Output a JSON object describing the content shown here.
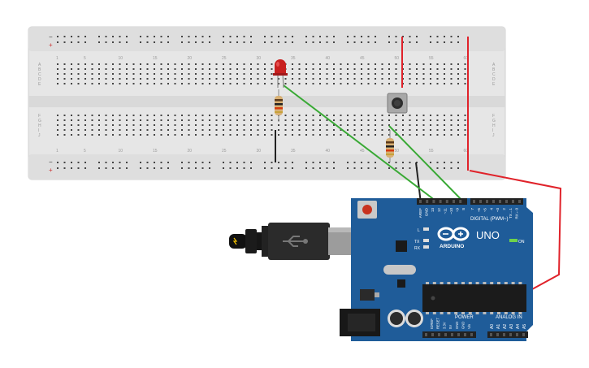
{
  "breadboard": {
    "column_numbers": [
      "1",
      "5",
      "10",
      "15",
      "20",
      "25",
      "30",
      "35",
      "40",
      "45",
      "50",
      "55",
      "60"
    ],
    "row_letters_top": [
      "A",
      "B",
      "C",
      "D",
      "E"
    ],
    "row_letters_bottom": [
      "F",
      "G",
      "H",
      "I",
      "J"
    ],
    "rail_plus": "+",
    "rail_minus": "−"
  },
  "arduino": {
    "brand": "ARDUINO",
    "model": "UNO",
    "digital_label": "DIGITAL (PWM~)",
    "power_label": "POWER",
    "analog_label": "ANALOG IN",
    "on_label": "ON",
    "tx_label": "TX",
    "rx_label": "RX",
    "l_label": "L",
    "top_header_labels": [
      "AREF",
      "GND",
      "13",
      "12",
      "~11",
      "~10",
      "~9",
      "8",
      "7",
      "~6",
      "~5",
      "4",
      "~3",
      "2",
      "TX→1",
      "RX←0"
    ],
    "power_pin_labels": [
      "IOREF",
      "RESET",
      "3.3V",
      "5V",
      "GND",
      "GND",
      "Vin"
    ],
    "analog_pin_labels": [
      "A0",
      "A1",
      "A2",
      "A3",
      "A4",
      "A5"
    ]
  },
  "colors": {
    "breadboard": "#e4e4e4",
    "board": "#1f5c99",
    "wire_green": "#39a935",
    "wire_red": "#e0222a",
    "wire_black": "#222222",
    "led": "#c8201f"
  }
}
